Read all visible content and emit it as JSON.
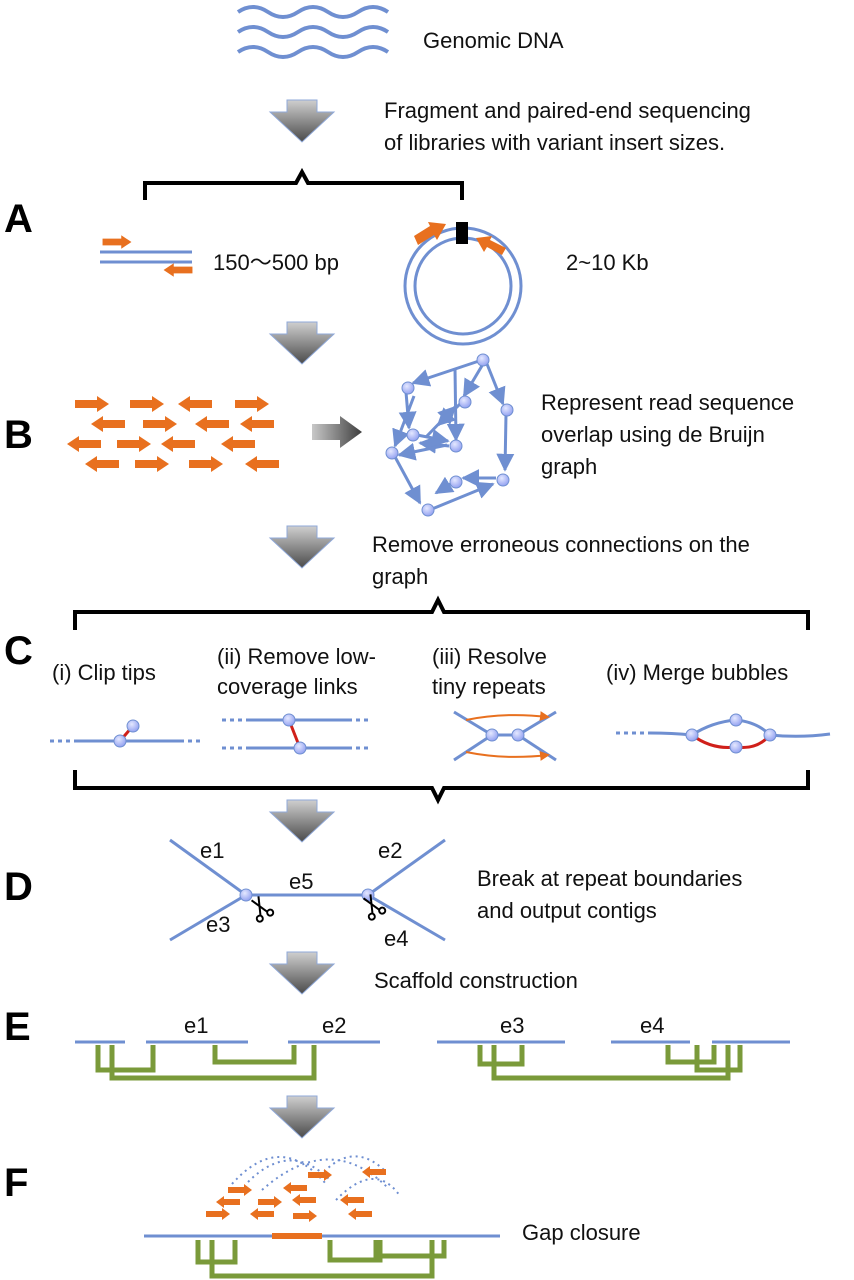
{
  "header": {
    "genomic_dna": "Genomic DNA",
    "fragment_line1": "Fragment and paired-end sequencing",
    "fragment_line2": "of libraries with variant insert sizes."
  },
  "step_a": {
    "letter": "A",
    "short_insert": "150～500 bp",
    "long_insert": "2~10 Kb"
  },
  "step_b": {
    "letter": "B",
    "desc_line1": "Represent read sequence",
    "desc_line2": "overlap using de Bruijn",
    "desc_line3": "graph"
  },
  "remove_errors": {
    "line1": "Remove erroneous connections on  the",
    "line2": "graph"
  },
  "step_c": {
    "letter": "C",
    "clip_tips": "(i) Clip tips",
    "low_cov_line1": "(ii) Remove low-",
    "low_cov_line2": "coverage links",
    "resolve_line1": "(iii) Resolve",
    "resolve_line2": "tiny repeats",
    "merge_bubbles": "(iv) Merge bubbles"
  },
  "step_d": {
    "letter": "D",
    "edges": [
      "e1",
      "e2",
      "e3",
      "e4",
      "e5"
    ],
    "desc_line1": "Break at repeat boundaries",
    "desc_line2": "and output contigs"
  },
  "scaffold": {
    "label": "Scaffold construction"
  },
  "step_e": {
    "letter": "E",
    "left_contigs": [
      "e1",
      "e2"
    ],
    "right_contigs": [
      "e3",
      "e4"
    ]
  },
  "step_f": {
    "letter": "F",
    "label": "Gap closure"
  },
  "colors": {
    "dna_blue": "#6f8fd1",
    "read_orange": "#e8701f",
    "link_green": "#7a9a3a",
    "error_red": "#d0201a",
    "arrow_gray": "#555555",
    "node_fill": "#a8b3f2"
  }
}
